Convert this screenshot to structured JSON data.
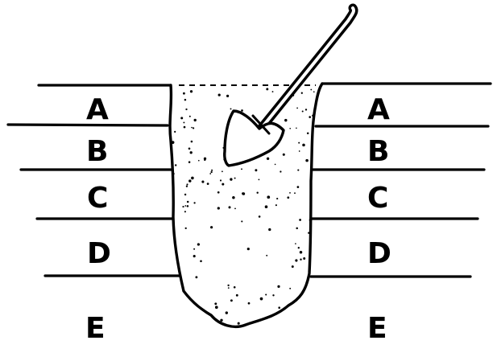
{
  "diagram": {
    "colors": {
      "ink": "#000000",
      "paper": "#ffffff"
    },
    "layers": {
      "left": [
        "A",
        "B",
        "C",
        "D",
        "E"
      ],
      "right": [
        "A",
        "B",
        "C",
        "D",
        "E"
      ]
    },
    "objects": [
      "trench-pit",
      "shovel"
    ]
  }
}
